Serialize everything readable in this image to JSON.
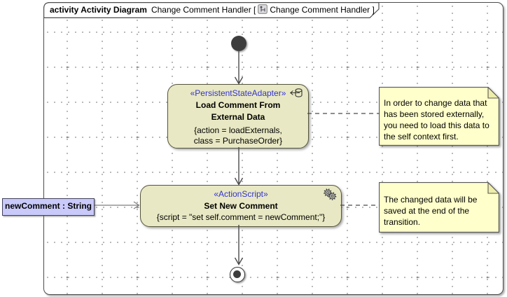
{
  "header": {
    "keyword": "activity Activity Diagram",
    "diagram_name": "Change Comment Handler",
    "bracket_open": "[",
    "context_name": "Change Comment Handler",
    "bracket_close": "]"
  },
  "actions": {
    "load": {
      "stereotype": "«PersistentStateAdapter»",
      "name_lines": [
        "Load Comment From",
        "External Data"
      ],
      "property_lines": [
        "{action = loadExternals,",
        "class = PurchaseOrder}"
      ]
    },
    "set": {
      "stereotype": "«ActionScript»",
      "name": "Set New Comment",
      "properties": "{script = \"set self.comment = newComment;\"}"
    }
  },
  "parameter": {
    "label": "newComment : String"
  },
  "notes": {
    "load": {
      "lines": [
        "In order to change data that",
        "has been stored externally,",
        "you need to load this data to",
        "the self context first."
      ]
    },
    "save": {
      "lines": [
        "The changed data will be",
        "saved at the end of the",
        "transition."
      ]
    }
  },
  "icons": {
    "title_icon": "activity-diagram-icon",
    "load_icon": "persistent-storage-icon",
    "set_icon": "gears-icon"
  },
  "colors": {
    "action_fill": "#e8e8c4",
    "action_border": "#56563e",
    "note_fill": "#ffffcb",
    "note_fold": "#eeeeaa",
    "parameter_fill": "#c9c9fa",
    "stereotype_text": "#3333cc",
    "edge": "#4a4a4a",
    "frame_border": "#4d4d4d"
  }
}
